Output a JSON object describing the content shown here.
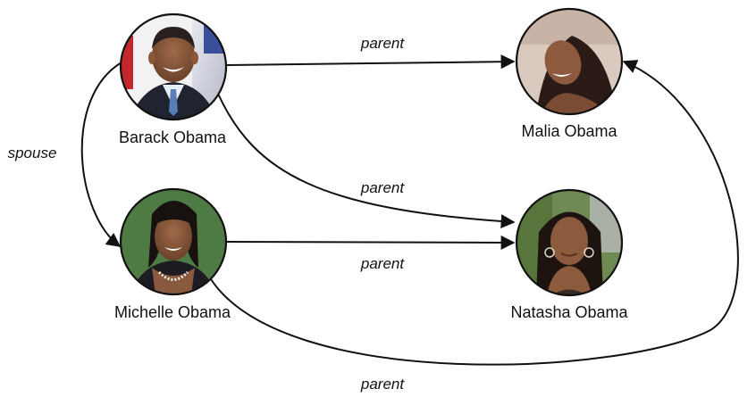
{
  "nodes": {
    "barack": {
      "label": "Barack Obama"
    },
    "michelle": {
      "label": "Michelle Obama"
    },
    "malia": {
      "label": "Malia Obama"
    },
    "natasha": {
      "label": "Natasha Obama"
    }
  },
  "edges": {
    "barack_malia": {
      "label": "parent"
    },
    "barack_natasha": {
      "label": "parent"
    },
    "michelle_natasha": {
      "label": "parent"
    },
    "michelle_malia": {
      "label": "parent"
    },
    "barack_michelle": {
      "label": "spouse"
    }
  }
}
